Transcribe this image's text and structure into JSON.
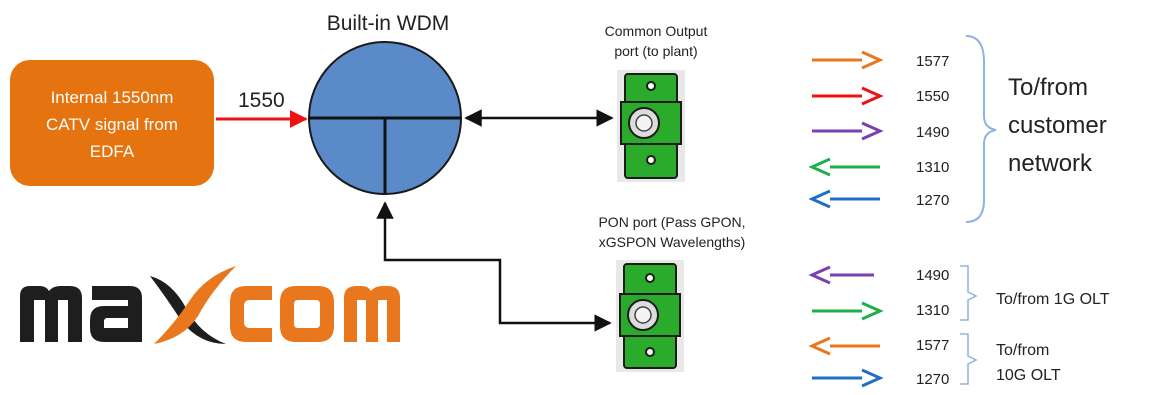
{
  "diagram": {
    "wdm_title": "Built-in WDM",
    "source_box_lines": [
      "Internal 1550nm",
      "CATV signal from",
      "EDFA"
    ],
    "input_wavelength": "1550",
    "common_port_label_lines": [
      "Common Output",
      "port (to plant)"
    ],
    "pon_port_label_lines": [
      "PON port (Pass GPON,",
      "xGSPON Wavelengths)"
    ],
    "customer_wavelengths": [
      "1577",
      "1550",
      "1490",
      "1310",
      "1270"
    ],
    "customer_label_lines": [
      "To/from",
      "customer",
      "network"
    ],
    "olt1g_wavelengths": [
      "1490",
      "1310"
    ],
    "olt1g_label": "To/from 1G OLT",
    "olt10g_wavelengths": [
      "1577",
      "1270"
    ],
    "olt10g_label_lines": [
      "To/from",
      "10G OLT"
    ]
  },
  "logo": {
    "lettering": "maxcom",
    "colors": {
      "dark": "#1e1e1e",
      "orange": "#e8771e"
    }
  },
  "colors": {
    "source_box": "#e5730f",
    "wdm_fill": "#5b8ac9",
    "port_green": "#2bab2b",
    "port_dark": "#1c1c1c",
    "orange_arrow": "#e8771e",
    "red_arrow": "#ee1111",
    "purple_arrow": "#7a3fb0",
    "green_arrow": "#1cb04a",
    "blue_arrow": "#1f6fc4",
    "brace": "#8fb3e0"
  }
}
